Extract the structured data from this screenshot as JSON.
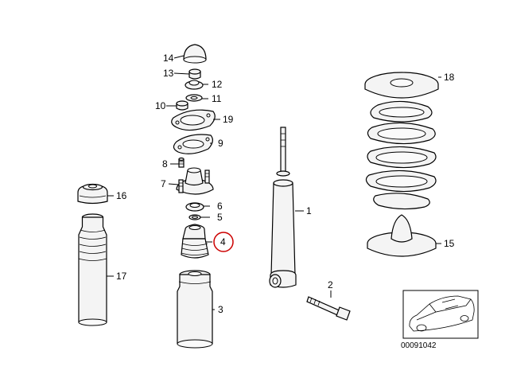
{
  "diagram": {
    "highlight_color": "#cc0000",
    "callouts": {
      "c1": "1",
      "c2": "2",
      "c3": "3",
      "c4": "4",
      "c5": "5",
      "c6": "6",
      "c7": "7",
      "c8": "8",
      "c9": "9",
      "c10": "10",
      "c11": "11",
      "c12": "12",
      "c13": "13",
      "c14": "14",
      "c15": "15",
      "c16": "16",
      "c17": "17",
      "c18": "18",
      "c19": "19"
    },
    "highlighted_callout": "4",
    "catalog_id": "00091042"
  }
}
